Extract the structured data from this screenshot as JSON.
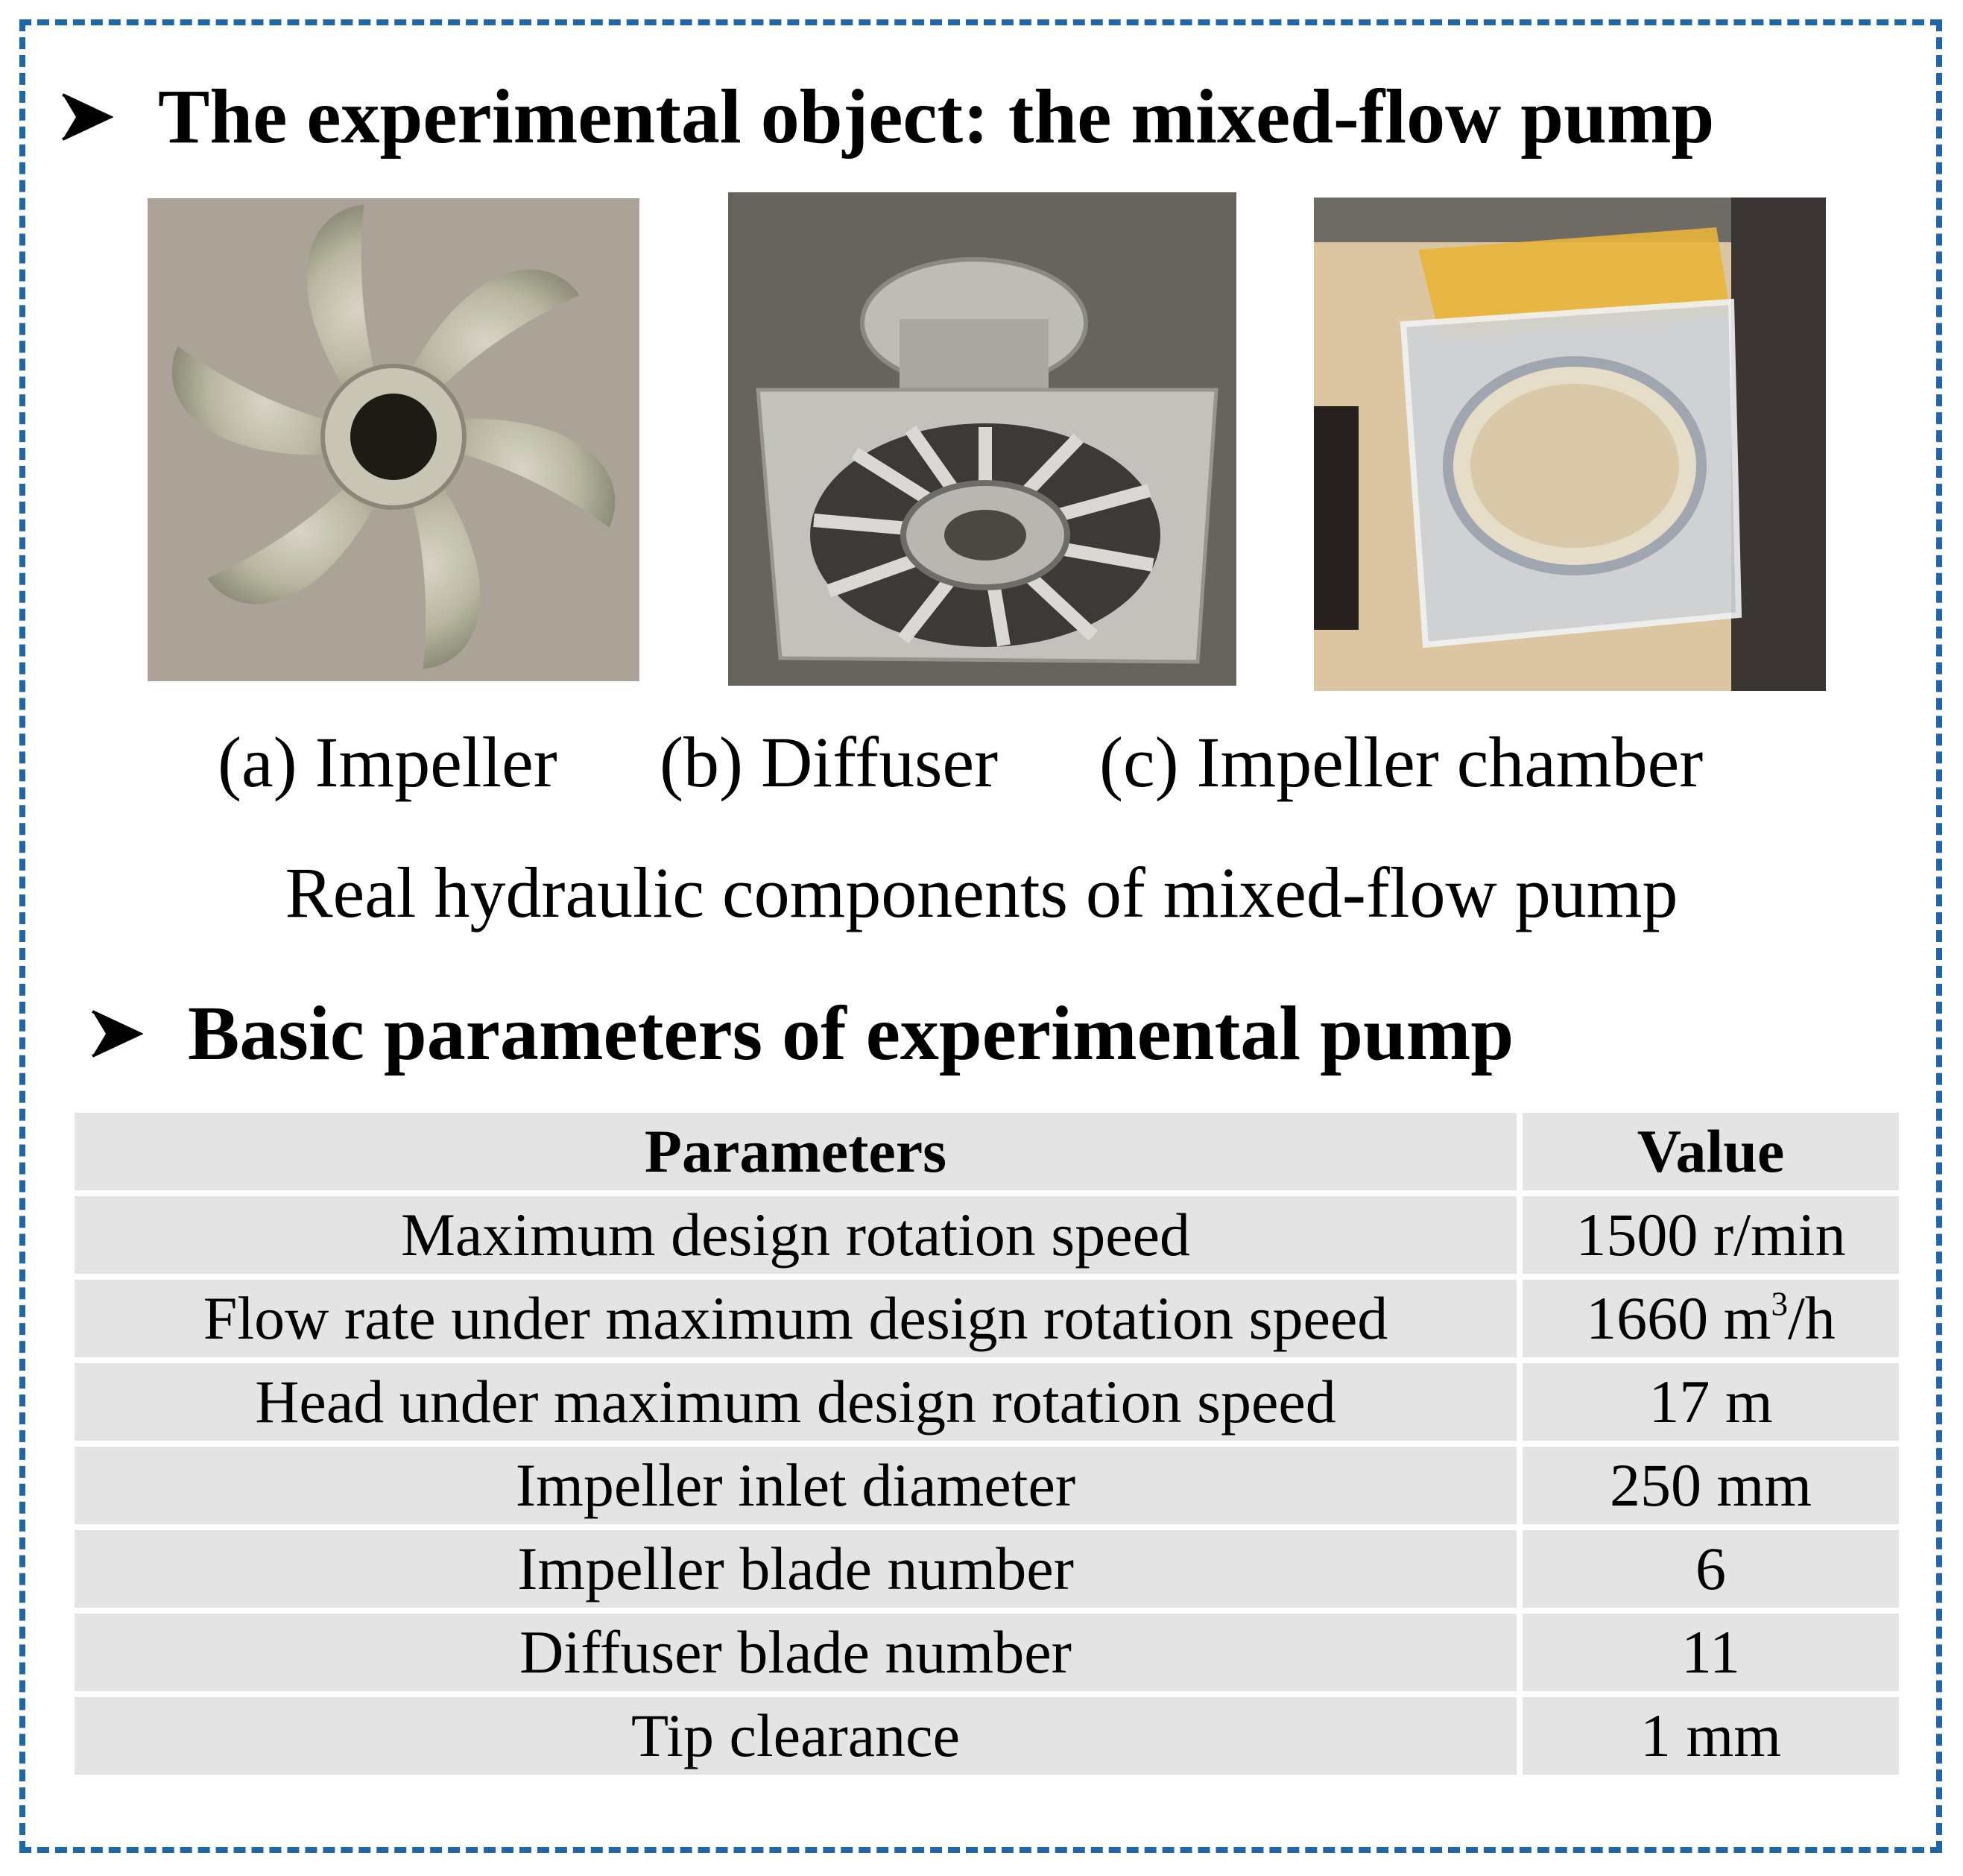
{
  "section1": {
    "title": "The experimental object: the mixed-flow pump"
  },
  "photos": [
    {
      "label": "(a) Impeller"
    },
    {
      "label": "(b) Diffuser"
    },
    {
      "label": "(c) Impeller chamber"
    }
  ],
  "figure_caption": "Real hydraulic components of mixed-flow pump",
  "section2": {
    "title": "Basic parameters of experimental pump"
  },
  "table": {
    "headers": [
      "Parameters",
      "Value"
    ],
    "rows": [
      {
        "param": "Maximum design rotation speed",
        "value": "1500 r/min"
      },
      {
        "param": "Flow rate under maximum design rotation speed",
        "value": "1660 m",
        "value_sup": "3",
        "value_tail": "/h"
      },
      {
        "param": "Head under maximum design rotation speed",
        "value": "17 m"
      },
      {
        "param": "Impeller inlet diameter",
        "value": "250 mm"
      },
      {
        "param": "Impeller blade number",
        "value": "6"
      },
      {
        "param": "Diffuser blade number",
        "value": "11"
      },
      {
        "param": "Tip clearance",
        "value": "1 mm"
      }
    ]
  },
  "colors": {
    "frame_border": "#2266aa",
    "table_cell": "#e4e4e4"
  },
  "icons": [
    "arrowhead-bullet-icon"
  ]
}
